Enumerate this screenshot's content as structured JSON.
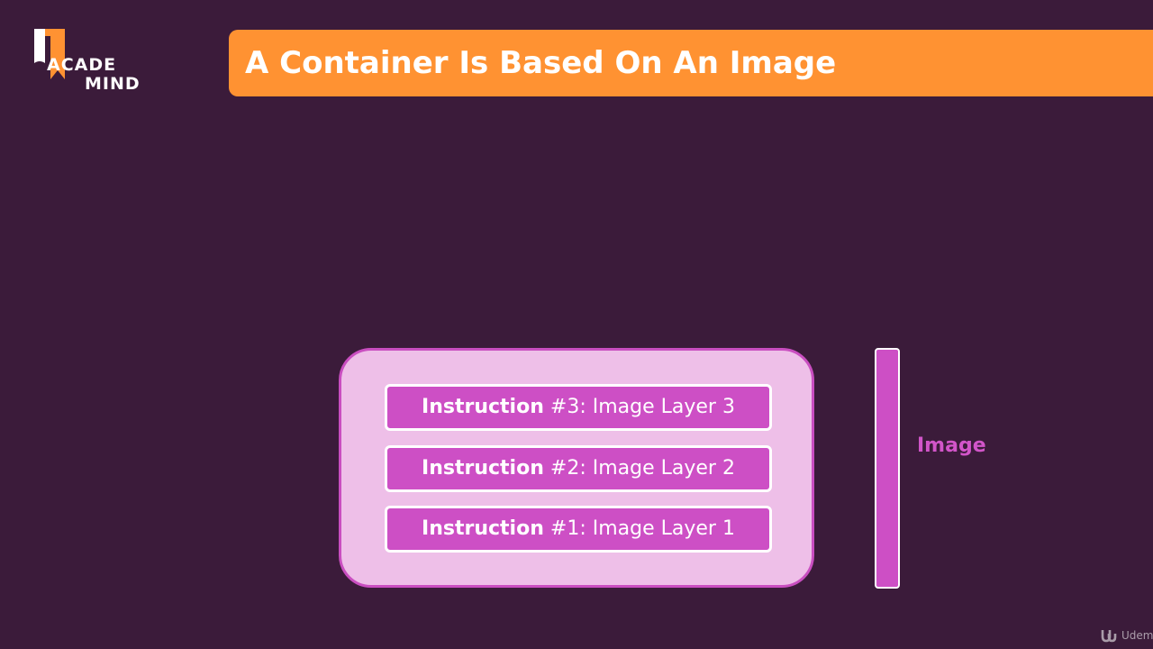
{
  "logo": {
    "line1": "ACADE",
    "line2": "MIND"
  },
  "header": {
    "title": "A Container Is Based On An Image"
  },
  "diagram": {
    "layers": [
      {
        "bold": "Instruction",
        "rest": " #3: Image Layer 3"
      },
      {
        "bold": "Instruction",
        "rest": " #2: Image Layer 2"
      },
      {
        "bold": "Instruction",
        "rest": " #1: Image Layer 1"
      }
    ],
    "image_label": "Image"
  },
  "watermark": {
    "text": "Udemy"
  },
  "colors": {
    "background": "#3b1b3a",
    "accent_orange": "#ff9232",
    "layer_magenta": "#cd4fc5",
    "container_fill": "#eebfe8"
  }
}
